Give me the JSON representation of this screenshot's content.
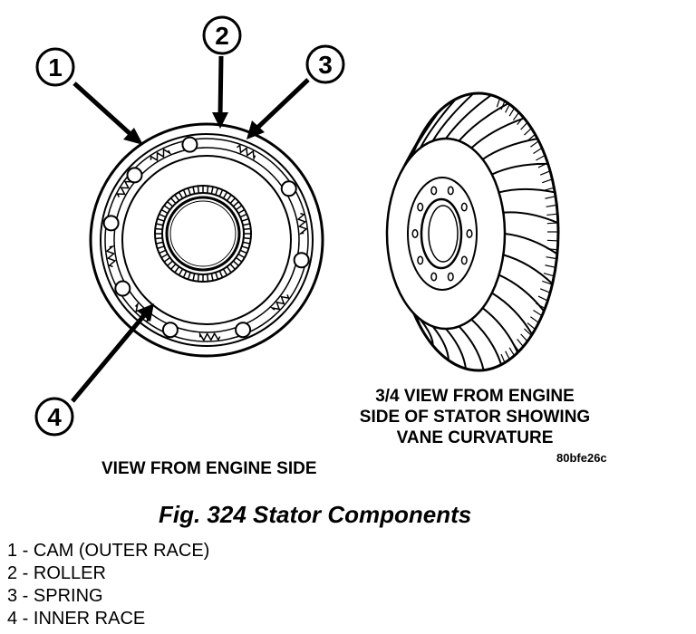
{
  "callouts": [
    "1",
    "2",
    "3",
    "4"
  ],
  "view_left_label": "VIEW FROM ENGINE SIDE",
  "view_right_label": [
    "3/4 VIEW FROM ENGINE",
    "SIDE OF STATOR SHOWING",
    "VANE CURVATURE"
  ],
  "image_code": "80bfe26c",
  "caption": "Fig. 324 Stator Components",
  "legend": [
    "1 - CAM (OUTER RACE)",
    "2 - ROLLER",
    "3 - SPRING",
    "4 - INNER RACE"
  ]
}
